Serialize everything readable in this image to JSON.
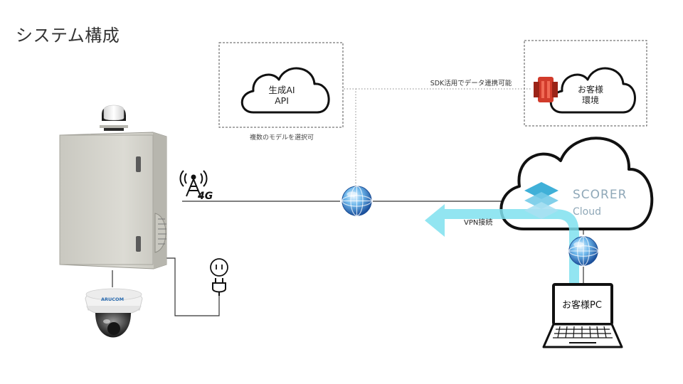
{
  "page": {
    "title": "システム構成"
  },
  "ai_api": {
    "cloud_line1": "生成AI",
    "cloud_line2": "API",
    "caption": "複数のモデルを選択可"
  },
  "customer_env": {
    "cloud_line1": "お客様",
    "cloud_line2": "環境",
    "link_label": "SDK活用でデータ連携可能"
  },
  "scorer": {
    "name": "SCORER",
    "sub": "Cloud"
  },
  "network": {
    "cellular_badge": "4G",
    "vpn_label": "VPN接続"
  },
  "camera": {
    "brand": "ARUCOM"
  },
  "customer_pc": {
    "label": "お客様PC"
  },
  "colors": {
    "vpn_arrow": "#7fe0ef",
    "scorer_text": "#8fa8b8",
    "scorer_logo": "#3fb0d8",
    "cabinet": "#d7d6cf",
    "aws_red": "#d13b2b"
  }
}
